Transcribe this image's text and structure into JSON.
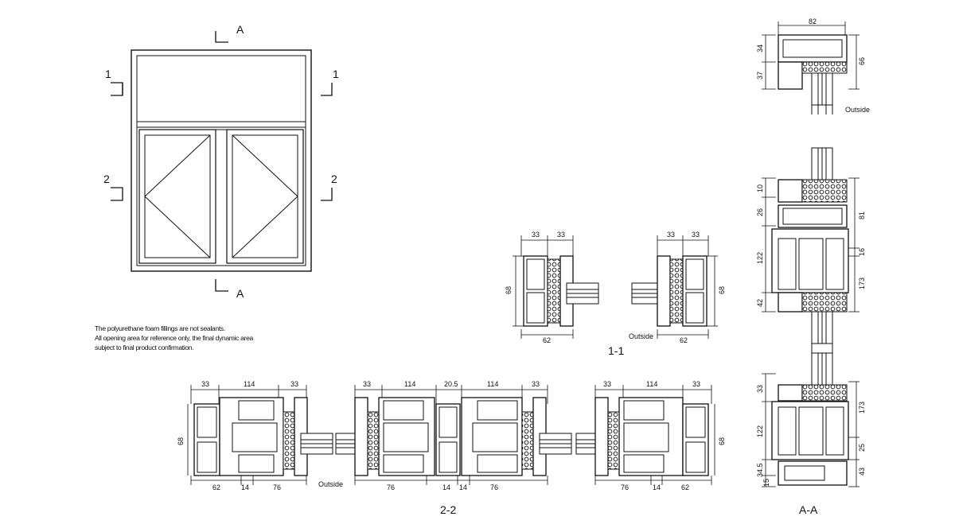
{
  "elevation": {
    "section_A": "A",
    "section_1": "1",
    "section_2": "2"
  },
  "notes": [
    "The polyurethane foam fillings are not sealants.",
    "All opening area for reference only, the final dynamic area",
    "subject to final product confirmation."
  ],
  "section_1_1": {
    "title": "1-1",
    "outside": "Outside",
    "dims_top_left": [
      "33",
      "33"
    ],
    "dims_top_right": [
      "33",
      "33"
    ],
    "dim_height": "68",
    "dim_bottom": "62"
  },
  "section_2_2": {
    "title": "2-2",
    "outside": "Outside",
    "left_top": [
      "33",
      "114",
      "33"
    ],
    "left_bottom": [
      "62",
      "14",
      "76"
    ],
    "mid_top": [
      "33",
      "114",
      "20.5",
      "114",
      "33"
    ],
    "mid_bottom": [
      "76",
      "14",
      "14",
      "76"
    ],
    "right_top": [
      "33",
      "114",
      "33"
    ],
    "right_bottom": [
      "76",
      "14",
      "62"
    ],
    "dim_height": "68"
  },
  "section_A_A": {
    "title": "A-A",
    "outside": "Outside",
    "top_width": "82",
    "top_left": [
      "34",
      "37"
    ],
    "top_right": "66",
    "mid_left": [
      "10",
      "26",
      "122",
      "42"
    ],
    "mid_right": [
      "81",
      "16",
      "173"
    ],
    "bot_left": [
      "33",
      "122",
      "34.5",
      "15"
    ],
    "bot_right": [
      "173",
      "25",
      "43"
    ]
  },
  "colors": {
    "line": "#111111",
    "background": "#ffffff"
  }
}
